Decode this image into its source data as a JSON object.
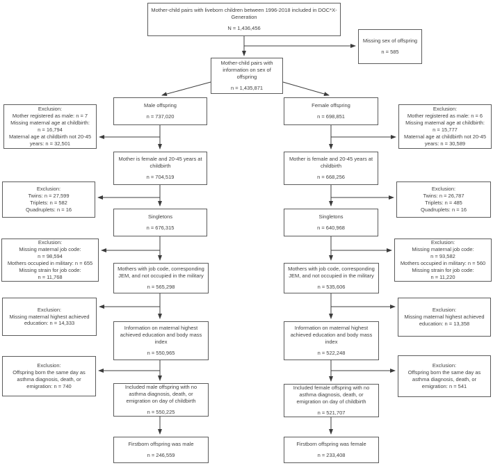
{
  "diagram": {
    "top_box": {
      "text": "Mother-child pairs with liveborn children between 1996-2018 included in DOC*X-Generation",
      "n": "N = 1,436,456"
    },
    "missing_sex": {
      "text": "Missing sex of offspring",
      "n": "n = 585"
    },
    "sex_info": {
      "text": "Mother-child pairs with information on sex of offspring",
      "n": "n = 1,435,871"
    },
    "male": {
      "offspring": {
        "text": "Male offspring",
        "n": "n = 737,020"
      },
      "exclusion_registration": {
        "lines": [
          "Exclusion:",
          "Mother registered as male: n = 7",
          "Missing maternal age at childbirth:",
          "n = 16,794",
          "Maternal age at childbirth not 20-45",
          "years: n = 32,501"
        ]
      },
      "mother_female": {
        "text": "Mother is female and 20-45 years at childbirth",
        "n": "n = 704,519"
      },
      "exclusion_multiples": {
        "lines": [
          "Exclusion:",
          "Twins: n = 27,599",
          "Triplets: n = 582",
          "Quadruplets: n = 16"
        ]
      },
      "singletons": {
        "text": "Singletons",
        "n": "n = 676,315"
      },
      "exclusion_jobcode": {
        "lines": [
          "Exclusion:",
          "Missing maternal job code:",
          "n = 98,594",
          "Mothers occupied in military: n = 655",
          "Missing strain for job code:",
          "n = 11,768"
        ]
      },
      "job_code": {
        "text": "Mothers with job code, corresponding JEM, and not occupied in the military",
        "n": "n = 565,298"
      },
      "exclusion_education": {
        "lines": [
          "Exclusion:",
          "Missing maternal highest achieved",
          "education: n = 14,333"
        ]
      },
      "education": {
        "text": "Information on maternal highest achieved education and body mass index",
        "n": "n = 550,965"
      },
      "exclusion_sameday": {
        "lines": [
          "Exclusion:",
          "Offspring born the same day as",
          "asthma diagnosis, death, or",
          "emigration: n = 740"
        ]
      },
      "included": {
        "text": "Included male offspring with no asthma diagnosis, death, or emigration on day of childbirth",
        "n": "n = 550,225"
      },
      "firstborn": {
        "text": "Firstborn offspring was male",
        "n": "n = 246,559"
      }
    },
    "female": {
      "offspring": {
        "text": "Female offspring",
        "n": "n = 698,851"
      },
      "exclusion_registration": {
        "lines": [
          "Exclusion:",
          "Mother registered as male: n = 6",
          "Missing maternal age at childbirth:",
          "n = 15,777",
          "Maternal age at childbirth not 20-45",
          "years: n = 30,589"
        ]
      },
      "mother_female": {
        "text": "Mother is female and 20-45 years at childbirth",
        "n": "n = 668,256"
      },
      "exclusion_multiples": {
        "lines": [
          "Exclusion:",
          "Twins: n = 26,787",
          "Triplets: n = 485",
          "Quadruplets: n = 16"
        ]
      },
      "singletons": {
        "text": "Singletons",
        "n": "n = 640,968"
      },
      "exclusion_jobcode": {
        "lines": [
          "Exclusion:",
          "Missing maternal job code:",
          "n = 93,582",
          "Mothers occupied in military: n = 560",
          "Missing strain for job code:",
          "n = 11,220"
        ]
      },
      "job_code": {
        "text": "Mothers with job code, corresponding JEM, and not occupied in the military",
        "n": "n = 535,606"
      },
      "exclusion_education": {
        "lines": [
          "Exclusion:",
          "Missing maternal highest achieved",
          "education: n = 13,358"
        ]
      },
      "education": {
        "text": "Information on maternal highest achieved education and body mass index",
        "n": "n = 522,248"
      },
      "exclusion_sameday": {
        "lines": [
          "Exclusion:",
          "Offspring born the same day as",
          "asthma diagnosis, death, or",
          "emigration: n = 541"
        ]
      },
      "included": {
        "text": "Included female offspring with no asthma diagnosis, death, or emigration on day of childbirth",
        "n": "n = 521,707"
      },
      "firstborn": {
        "text": "Firstborn offspring was female",
        "n": "n = 233,408"
      }
    },
    "colors": {
      "border": "#5a5a5a",
      "arrow": "#3c3c3c",
      "text": "#3f3f3f",
      "background": "#ffffff"
    }
  }
}
